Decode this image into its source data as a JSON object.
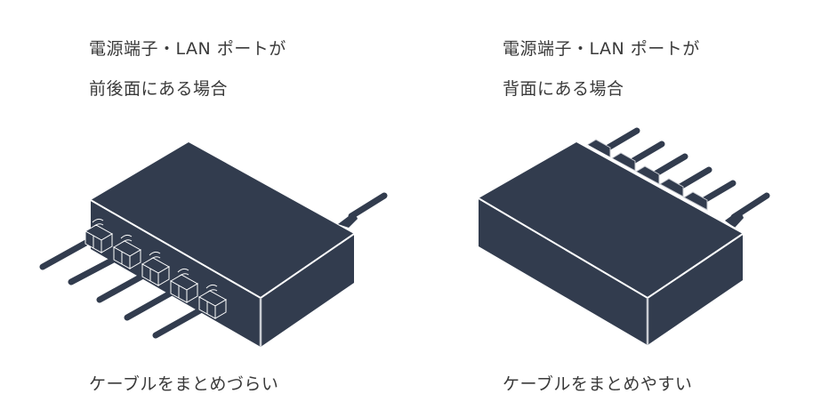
{
  "colors": {
    "device": "#323c4e",
    "outline": "#ffffff",
    "edge_highlight": "#c9ccd2",
    "text": "#3a3a3a",
    "background": "#ffffff"
  },
  "panels": [
    {
      "id": "front-back",
      "title_line1": "電源端子・LAN ポートが",
      "title_line2": "前後面にある場合",
      "caption": "ケーブルをまとめづらい",
      "lan_port_count": 5,
      "power_port_count": 1,
      "port_location": "front (LAN), back (power)"
    },
    {
      "id": "back-only",
      "title_line1": "電源端子・LAN ポートが",
      "title_line2": "背面にある場合",
      "caption": "ケーブルをまとめやすい",
      "lan_port_count": 5,
      "power_port_count": 1,
      "port_location": "back (LAN and power)"
    }
  ]
}
